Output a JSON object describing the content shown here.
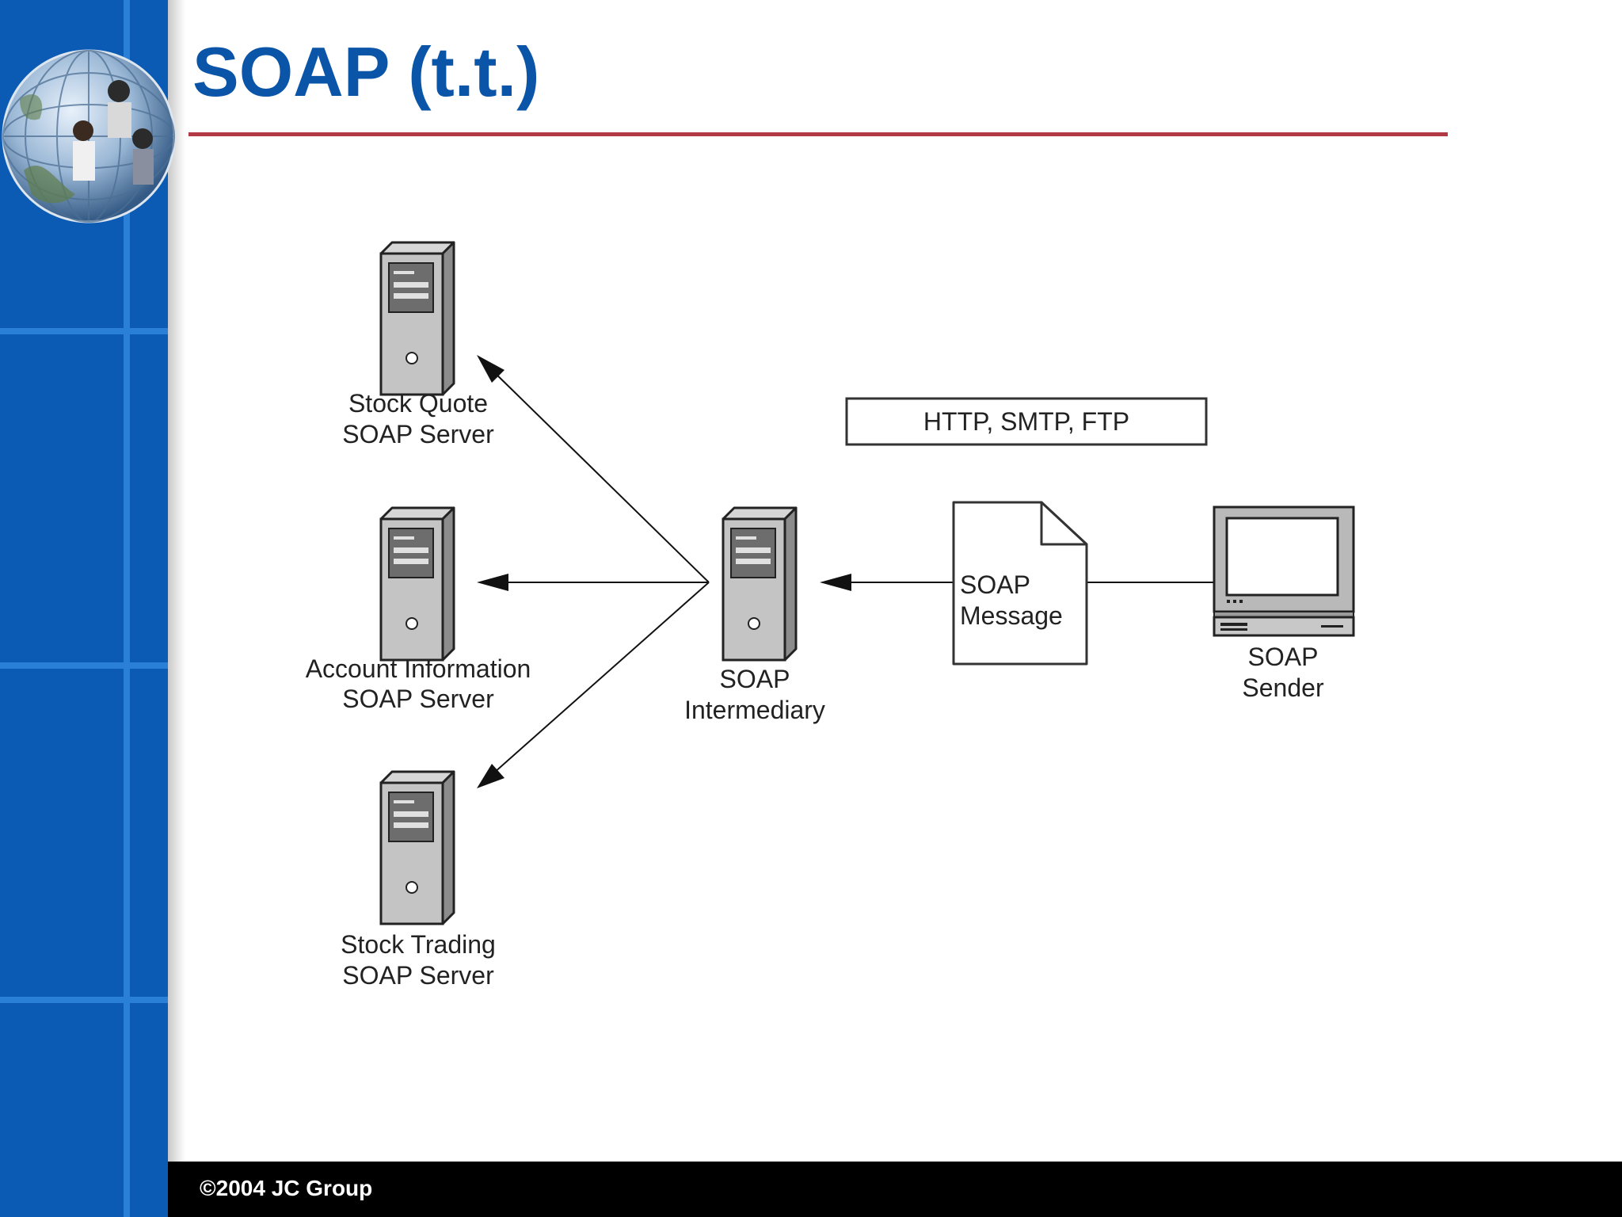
{
  "slide": {
    "title": "SOAP (t.t.)",
    "footer": "©2004 JC Group"
  },
  "colors": {
    "sidebar": "#0b5bb5",
    "title": "#0b55a8",
    "title_rule": "#b23a45",
    "footer_bg": "#000000"
  },
  "diagram": {
    "servers": [
      {
        "name": "Stock Quote",
        "role": "SOAP Server"
      },
      {
        "name": "Account Information",
        "role": "SOAP Server"
      },
      {
        "name": "Stock Trading",
        "role": "SOAP Server"
      }
    ],
    "intermediary": {
      "line1": "SOAP",
      "line2": "Intermediary"
    },
    "protocols": "HTTP, SMTP, FTP",
    "message": {
      "line1": "SOAP",
      "line2": "Message"
    },
    "sender": {
      "line1": "SOAP",
      "line2": "Sender"
    }
  }
}
